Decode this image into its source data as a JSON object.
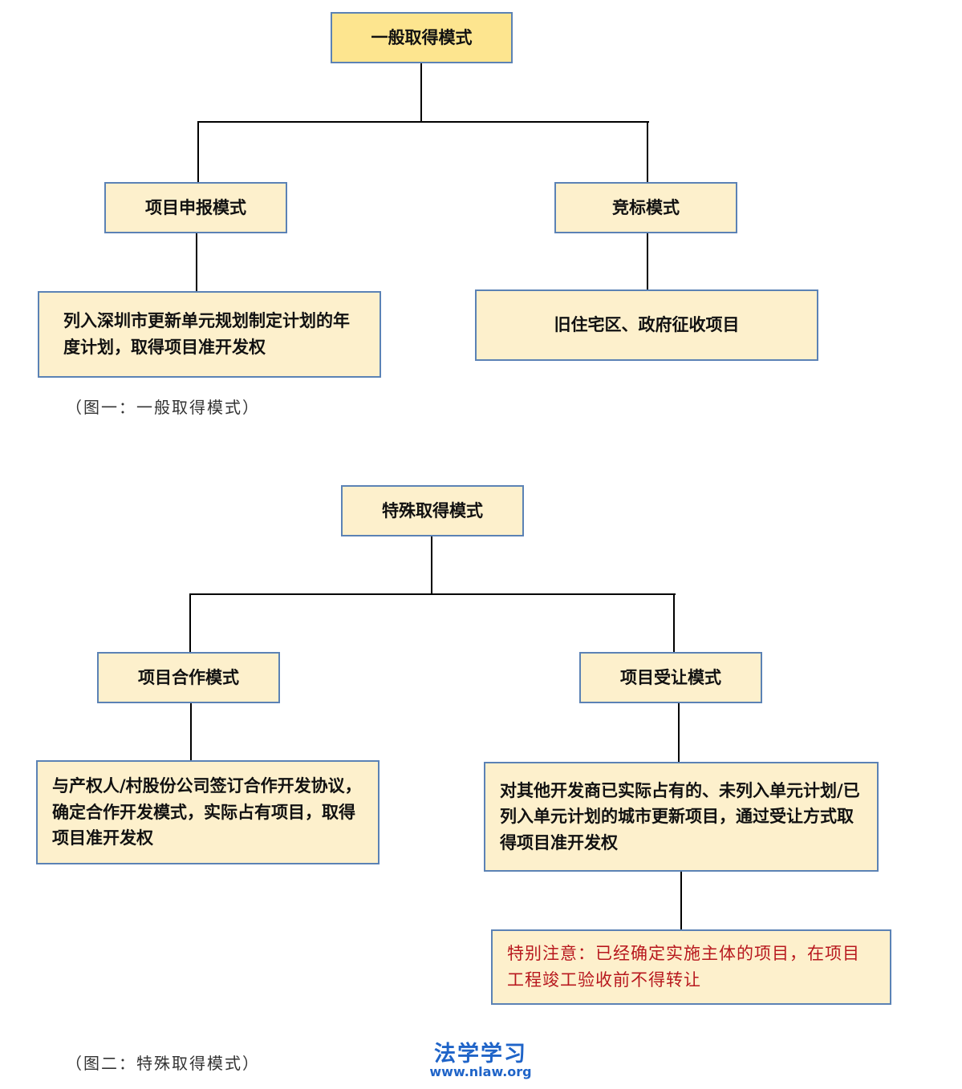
{
  "diagram1": {
    "root": "一般取得模式",
    "left": {
      "label": "项目申报模式",
      "detail": "列入深圳市更新单元规划制定计划的年度计划，取得项目准开发权"
    },
    "right": {
      "label": "竞标模式",
      "detail": "旧住宅区、政府征收项目"
    },
    "caption": "（图一：一般取得模式）"
  },
  "diagram2": {
    "root": "特殊取得模式",
    "left": {
      "label": "项目合作模式",
      "detail": "与产权人/村股份公司签订合作开发协议，确定合作开发模式，实际占有项目，取得项目准开发权"
    },
    "right": {
      "label": "项目受让模式",
      "detail": "对其他开发商已实际占有的、未列入单元计划/已列入单元计划的城市更新项目，通过受让方式取得项目准开发权",
      "note": "特别注意：已经确定实施主体的项目，在项目工程竣工验收前不得转让"
    },
    "caption": "（图二：特殊取得模式）"
  },
  "watermark": {
    "title": "法学学习",
    "url": "www.nlaw.org"
  },
  "colors": {
    "box_fill": "#fdf0cc",
    "root_fill": "#fde58f",
    "border": "#5b82b5",
    "note_text": "#b8181e",
    "watermark": "#1f64c8"
  }
}
